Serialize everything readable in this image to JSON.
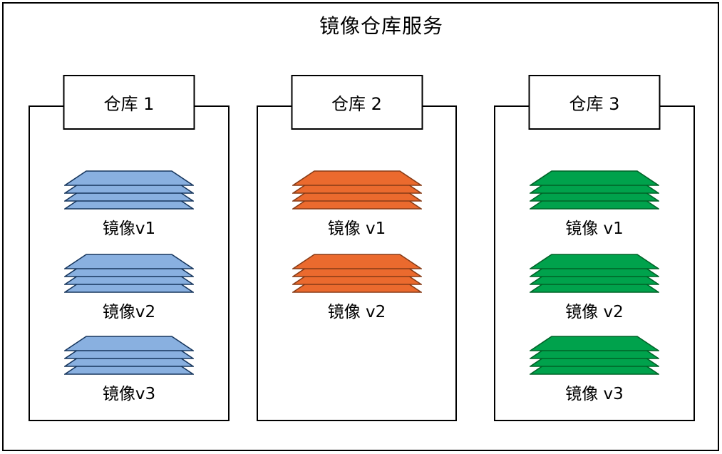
{
  "title": "镜像仓库服务",
  "colors": {
    "blue_fill": "#89B0E0",
    "blue_stroke": "#17365D",
    "orange_fill": "#EB6A2E",
    "orange_stroke": "#873B16",
    "green_fill": "#00A24C",
    "green_stroke": "#006227",
    "frame": "#000000",
    "background": "#FFFFFF"
  },
  "repositories": [
    {
      "label": "仓库 1",
      "color": "blue",
      "images": [
        {
          "label": "镜像v1",
          "layers": 4
        },
        {
          "label": "镜像v2",
          "layers": 4
        },
        {
          "label": "镜像v3",
          "layers": 4
        }
      ]
    },
    {
      "label": "仓库 2",
      "color": "orange",
      "images": [
        {
          "label": "镜像 v1",
          "layers": 4
        },
        {
          "label": "镜像 v2",
          "layers": 4
        }
      ]
    },
    {
      "label": "仓库 3",
      "color": "green",
      "images": [
        {
          "label": "镜像 v1",
          "layers": 4
        },
        {
          "label": "镜像 v2",
          "layers": 4
        },
        {
          "label": "镜像 v3",
          "layers": 4
        }
      ]
    }
  ]
}
